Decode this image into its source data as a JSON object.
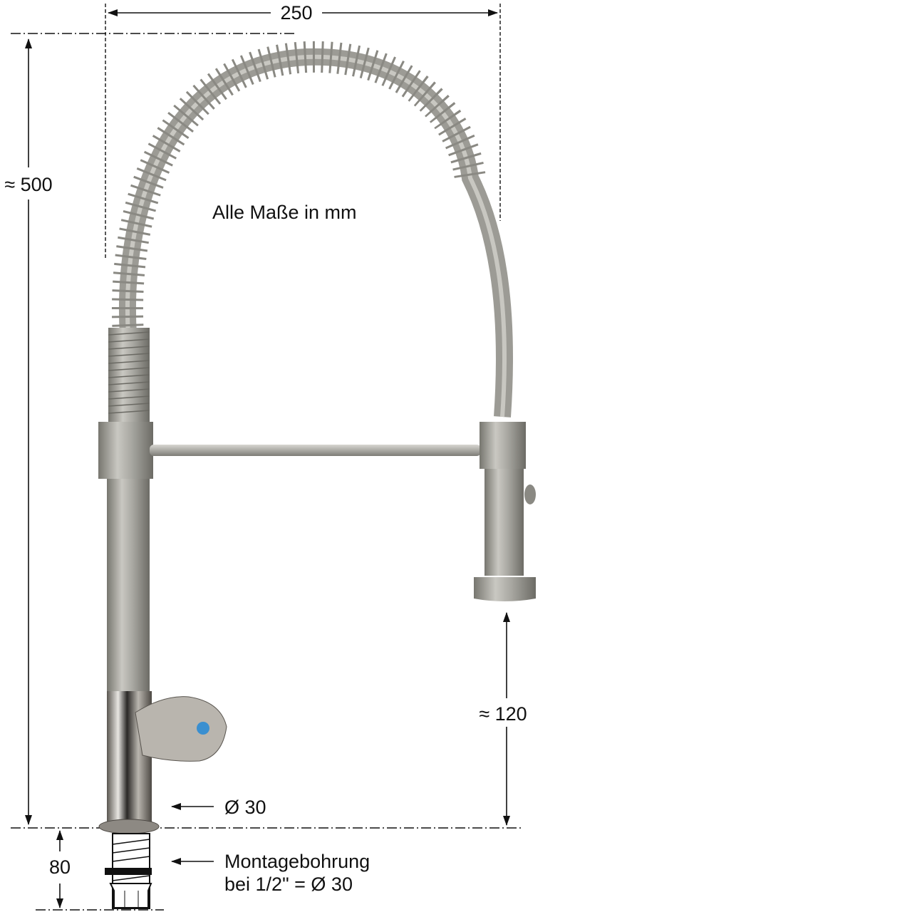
{
  "drawing": {
    "note": "Alle Maße in mm",
    "dimensions": {
      "width": "250",
      "height": "≈ 500",
      "spout_height": "≈ 120",
      "thread_length": "80",
      "diameter": "Ø 30",
      "mounting_line1": "Montagebohrung",
      "mounting_line2": "bei 1/2\" = Ø 30"
    },
    "colors": {
      "steel": "#a9a8a2",
      "chrome": "#8a8680",
      "handle_dot": "#3a8fd0",
      "lines": "#111111"
    }
  }
}
